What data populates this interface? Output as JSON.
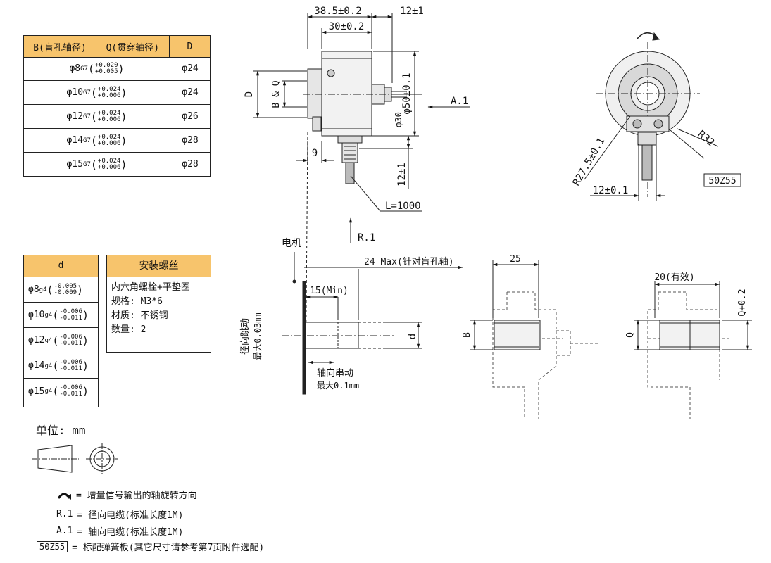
{
  "table1": {
    "headers": [
      "B(盲孔轴径)",
      "Q(贯穿轴径)",
      "D"
    ],
    "rows": [
      {
        "dia": "φ8",
        "fit": "G7",
        "up": "+0.020",
        "low": "+0.005",
        "d": "φ24"
      },
      {
        "dia": "φ10",
        "fit": "G7",
        "up": "+0.024",
        "low": "+0.006",
        "d": "φ24"
      },
      {
        "dia": "φ12",
        "fit": "G7",
        "up": "+0.024",
        "low": "+0.006",
        "d": "φ26"
      },
      {
        "dia": "φ14",
        "fit": "G7",
        "up": "+0.024",
        "low": "+0.006",
        "d": "φ28"
      },
      {
        "dia": "φ15",
        "fit": "G7",
        "up": "+0.024",
        "low": "+0.006",
        "d": "φ28"
      }
    ]
  },
  "table2": {
    "header": "d",
    "rows": [
      {
        "dia": "φ8",
        "fit": "g4",
        "up": "-0.005",
        "low": "-0.009"
      },
      {
        "dia": "φ10",
        "fit": "g4",
        "up": "-0.006",
        "low": "-0.011"
      },
      {
        "dia": "φ12",
        "fit": "g4",
        "up": "-0.006",
        "low": "-0.011"
      },
      {
        "dia": "φ14",
        "fit": "g4",
        "up": "-0.006",
        "low": "-0.011"
      },
      {
        "dia": "φ15",
        "fit": "g4",
        "up": "-0.006",
        "low": "-0.011"
      }
    ]
  },
  "screws": {
    "title": "安装螺丝",
    "lines": [
      "内六角螺栓+平垫圈",
      "规格: M3*6",
      "材质: 不锈钢",
      "数量: 2"
    ]
  },
  "unit": "单位: mm",
  "legend": {
    "rotation": "= 增量信号输出的轴旋转方向",
    "r1_key": "R.1",
    "r1_text": "= 径向电缆(标准长度1M)",
    "a1_key": "A.1",
    "a1_text": "= 轴向电缆(标准长度1M)",
    "tag": "50Z55",
    "tag_text": "= 标配弹簧板(其它尺寸请参考第7页附件选配)"
  },
  "side_view": {
    "dim_total": "38.5±0.2",
    "dim_body": "30±0.2",
    "dim_axial": "12±1",
    "dim_dia": "φ50±0.1",
    "dim_shaft": "φ30",
    "label_d": "D",
    "label_bq": "B & Q",
    "dim_9": "9",
    "dim_radial": "12±1",
    "cable": "L=1000",
    "a1": "A.1",
    "r1": "R.1"
  },
  "front_view": {
    "r275": "R27.5±0.1",
    "r32": "R32",
    "dim_bottom": "12±0.1",
    "tag": "50Z55"
  },
  "motor": {
    "label": "电机",
    "dim_max": "24 Max(针对盲孔轴)",
    "dim_min": "15(Min)",
    "radial": "径向跳动",
    "radial_max": "最大0.03mm",
    "label_d": "d",
    "axial": "轴向串动",
    "axial_max": "最大0.1mm"
  },
  "section_b": {
    "dim": "25",
    "label": "B"
  },
  "section_q": {
    "dim": "20(有效)",
    "label": "Q",
    "side": "Q+0.2"
  }
}
